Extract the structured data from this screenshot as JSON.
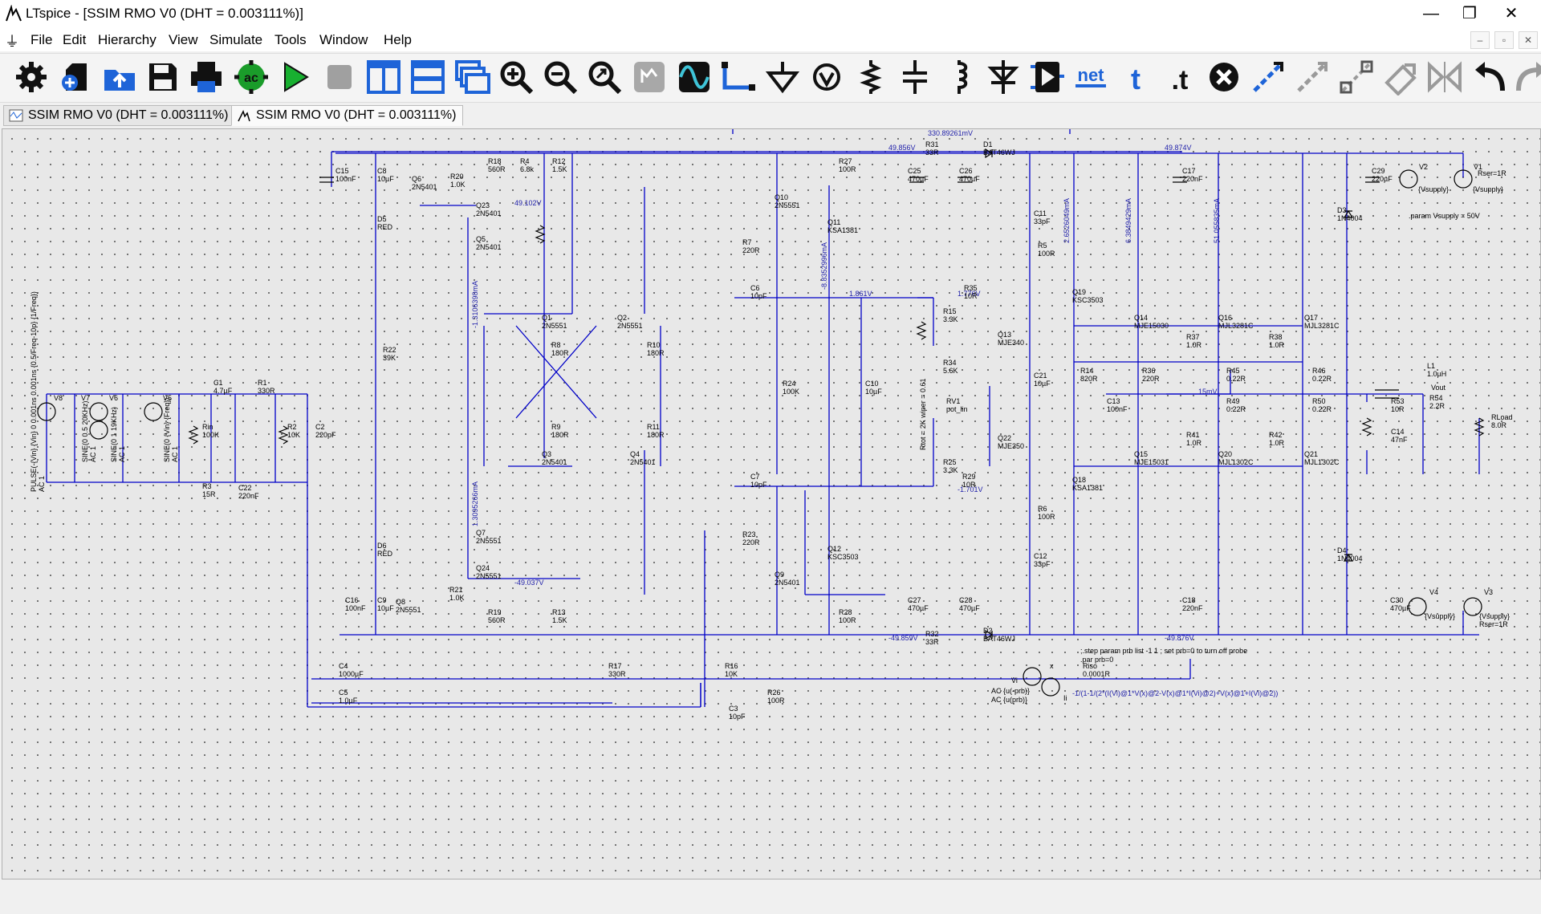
{
  "window": {
    "title": "LTspice - [SSIM RMO V0 (DHT = 0.003111%)]",
    "minimize_glyph": "—",
    "restore_glyph": "❐",
    "close_glyph": "✕"
  },
  "menu": {
    "items": [
      "File",
      "Edit",
      "Hierarchy",
      "View",
      "Simulate",
      "Tools",
      "Window",
      "Help"
    ],
    "mdi_minimize": "–",
    "mdi_restore": "▫",
    "mdi_close": "✕"
  },
  "toolbar": {
    "icons": [
      "gear-icon",
      "new-schematic-icon",
      "open-icon",
      "save-icon",
      "print-icon",
      "ac-analysis-icon",
      "run-icon",
      "halt-icon",
      "tile-vertical-icon",
      "tile-horizontal-icon",
      "cascade-icon",
      "zoom-in-icon",
      "zoom-out-icon",
      "zoom-fit-icon",
      "pan-icon",
      "waveform-icon",
      "wire-icon",
      "ground-icon",
      "voltage-source-icon",
      "resistor-icon",
      "capacitor-icon",
      "inductor-icon",
      "diode-icon",
      "component-icon",
      "net-label-icon",
      "text-icon",
      "spice-directive-icon",
      "delete-icon",
      "move-icon",
      "drag-icon",
      "rotate-icon",
      "paste-icon",
      "mirror-icon",
      "undo-icon",
      "redo-icon"
    ],
    "ac_label": "ac",
    "net_label": "net",
    "text_label": "t",
    "directive_label": ".t"
  },
  "tabs": [
    {
      "label": "SSIM RMO V0 (DHT = 0.003111%)",
      "icon": "waveform-tab-icon"
    },
    {
      "label": "SSIM RMO V0 (DHT = 0.003111%)",
      "icon": "schematic-tab-icon"
    }
  ],
  "schematic": {
    "net_labels": {
      "top_probe": "330.89261mV",
      "vpos1": "49.856V",
      "vpos2": "49.874V",
      "vneg1": "-49.859V",
      "vneg2": "-49.876V",
      "n1": "49.102V",
      "n2": "-49.037V",
      "n3": "1.861V",
      "n4": "1.776V",
      "n5": "-1.701V",
      "n6": "15mV"
    },
    "currents": {
      "i_q5": "-1.3106398mA",
      "i_q24": "1.3095266mA",
      "i_q11": "-8.8352996mA",
      "i_q19": "2.6526049mA",
      "i_q14": "6.3849429mA",
      "i_q16": "51.055835mA"
    },
    "sources": {
      "v8": "PULSE(-{Vin} {Vin} 0 0.001ns 0.001ns {0.5/Freq-10p} {1/Freq})",
      "v8_ac": "AC 1",
      "v7": "SINE(0 0.5 20KHz)",
      "v7_ac": "AC 1",
      "v6": "SINE(0 1 19KHz)",
      "v6_ac": "AC 1",
      "v5": "SINE(0 {Vin} {Freq})",
      "v5_ac": "AC 1",
      "v1": "Rser=1R",
      "v1_val": "{Vsupply}",
      "v2_val": "{Vsupply}",
      "v3_val": "{Vsupply}",
      "v3_rser": "Rser=1R",
      "v4_val": "{Vsupply}",
      "param": ".param Vsupply = 50V",
      "vi1": "AC {u(-prb)}",
      "vi2": "AC {u(prb)}"
    },
    "directives": {
      "step": ";.step param prb list -1 1 ; set prb=0 to turn off probe",
      "par": ".par prb=0",
      "formula": "-1/(1-1/(2*(I(Vi)@1*V(x)@2-V(x)@1*I(Vi)@2)+V(x)@1+I(Vi)@2))"
    },
    "components": [
      {
        "ref": "C15",
        "val": "100nF"
      },
      {
        "ref": "C8",
        "val": "10µF"
      },
      {
        "ref": "Q6",
        "val": "2N5401"
      },
      {
        "ref": "R20",
        "val": "1.0K"
      },
      {
        "ref": "R18",
        "val": "560R"
      },
      {
        "ref": "R4",
        "val": "6.8k"
      },
      {
        "ref": "R12",
        "val": "1.5K"
      },
      {
        "ref": "Q23",
        "val": "2N5401"
      },
      {
        "ref": "D5",
        "val": "RED"
      },
      {
        "ref": "Q5",
        "val": "2N5401"
      },
      {
        "ref": "Q10",
        "val": "2N5551"
      },
      {
        "ref": "Q11",
        "val": "KSA1381"
      },
      {
        "ref": "R27",
        "val": "100R"
      },
      {
        "ref": "R31",
        "val": "33R"
      },
      {
        "ref": "D1",
        "val": "BAT46WJ"
      },
      {
        "ref": "C25",
        "val": "470µF"
      },
      {
        "ref": "C26",
        "val": "470µF"
      },
      {
        "ref": "C11",
        "val": "33pF"
      },
      {
        "ref": "R5",
        "val": "100R"
      },
      {
        "ref": "C17",
        "val": "220nF"
      },
      {
        "ref": "C29",
        "val": "220µF"
      },
      {
        "ref": "V2",
        "val": ""
      },
      {
        "ref": "V1",
        "val": ""
      },
      {
        "ref": "D3",
        "val": "1N4004"
      },
      {
        "ref": "R7",
        "val": "220R"
      },
      {
        "ref": "C6",
        "val": "10pF"
      },
      {
        "ref": "R35",
        "val": "10R"
      },
      {
        "ref": "Q19",
        "val": "KSC3503"
      },
      {
        "ref": "R15",
        "val": "3.3K"
      },
      {
        "ref": "Q13",
        "val": "MJE340"
      },
      {
        "ref": "Q14",
        "val": "MJE15030"
      },
      {
        "ref": "Q16",
        "val": "MJL3281C"
      },
      {
        "ref": "Q17",
        "val": "MJL3281C"
      },
      {
        "ref": "R37",
        "val": "1.0R"
      },
      {
        "ref": "R38",
        "val": "1.0R"
      },
      {
        "ref": "Q1",
        "val": "2N5551"
      },
      {
        "ref": "Q2",
        "val": "2N5551"
      },
      {
        "ref": "R8",
        "val": "180R"
      },
      {
        "ref": "R10",
        "val": "180R"
      },
      {
        "ref": "R22",
        "val": "39K"
      },
      {
        "ref": "R34",
        "val": "5.6K"
      },
      {
        "ref": "C21",
        "val": "10µF"
      },
      {
        "ref": "R14",
        "val": "820R"
      },
      {
        "ref": "R36",
        "val": "220R"
      },
      {
        "ref": "R45",
        "val": "0.22R"
      },
      {
        "ref": "R46",
        "val": "0.22R"
      },
      {
        "ref": "L1",
        "val": "1.0µH"
      },
      {
        "ref": "V8",
        "val": ""
      },
      {
        "ref": "V7",
        "val": ""
      },
      {
        "ref": "V6",
        "val": ""
      },
      {
        "ref": "V5",
        "val": ""
      },
      {
        "ref": "C1",
        "val": "4.7µF"
      },
      {
        "ref": "R1",
        "val": "330R"
      },
      {
        "ref": "Rin",
        "val": "100K"
      },
      {
        "ref": "R2",
        "val": "10K"
      },
      {
        "ref": "C2",
        "val": "220pF"
      },
      {
        "ref": "R24",
        "val": "100K"
      },
      {
        "ref": "C10",
        "val": "10µF"
      },
      {
        "ref": "RV1",
        "val": "pot_lin"
      },
      {
        "ref": "C13",
        "val": "100nF"
      },
      {
        "ref": "R49",
        "val": "0.22R"
      },
      {
        "ref": "R50",
        "val": "0.22R"
      },
      {
        "ref": "R53",
        "val": "10R"
      },
      {
        "ref": "R54",
        "val": "2.2R"
      },
      {
        "ref": "RLoad",
        "val": "8.0R"
      },
      {
        "ref": "C14",
        "val": "47nF"
      },
      {
        "ref": "R9",
        "val": "180R"
      },
      {
        "ref": "R11",
        "val": "180R"
      },
      {
        "ref": "Q3",
        "val": "2N5401"
      },
      {
        "ref": "Q4",
        "val": "2N5401"
      },
      {
        "ref": "Q22",
        "val": "MJE350"
      },
      {
        "ref": "R41",
        "val": "1.0R"
      },
      {
        "ref": "R42",
        "val": "1.0R"
      },
      {
        "ref": "Q15",
        "val": "MJE15031"
      },
      {
        "ref": "Q20",
        "val": "MJL1302C"
      },
      {
        "ref": "Q21",
        "val": "MJL1302C"
      },
      {
        "ref": "R3",
        "val": "15R"
      },
      {
        "ref": "C22",
        "val": "220nF"
      },
      {
        "ref": "R25",
        "val": "3.3K"
      },
      {
        "ref": "C7",
        "val": "10pF"
      },
      {
        "ref": "R29",
        "val": "10R"
      },
      {
        "ref": "Q18",
        "val": "KSA1381"
      },
      {
        "ref": "R6",
        "val": "100R"
      },
      {
        "ref": "Q7",
        "val": "2N5551"
      },
      {
        "ref": "D6",
        "val": "RED"
      },
      {
        "ref": "R23",
        "val": "220R"
      },
      {
        "ref": "Q12",
        "val": "KSC3503"
      },
      {
        "ref": "C12",
        "val": "33pF"
      },
      {
        "ref": "Q24",
        "val": "2N5551"
      },
      {
        "ref": "Q9",
        "val": "2N5401"
      },
      {
        "ref": "D4",
        "val": "1N4004"
      },
      {
        "ref": "C16",
        "val": "100nF"
      },
      {
        "ref": "C9",
        "val": "10µF"
      },
      {
        "ref": "Q8",
        "val": "2N5551"
      },
      {
        "ref": "R21",
        "val": "1.0K"
      },
      {
        "ref": "R19",
        "val": "560R"
      },
      {
        "ref": "R13",
        "val": "1.5K"
      },
      {
        "ref": "R28",
        "val": "100R"
      },
      {
        "ref": "C27",
        "val": "470µF"
      },
      {
        "ref": "C28",
        "val": "470µF"
      },
      {
        "ref": "C18",
        "val": "220nF"
      },
      {
        "ref": "C30",
        "val": "470µF"
      },
      {
        "ref": "V4",
        "val": ""
      },
      {
        "ref": "V3",
        "val": ""
      },
      {
        "ref": "R32",
        "val": "33R"
      },
      {
        "ref": "D2",
        "val": "BAT46WJ"
      },
      {
        "ref": "C4",
        "val": "1000µF"
      },
      {
        "ref": "C5",
        "val": "1.0µF"
      },
      {
        "ref": "R17",
        "val": "330R"
      },
      {
        "ref": "R16",
        "val": "10K"
      },
      {
        "ref": "C3",
        "val": "10pF"
      },
      {
        "ref": "R26",
        "val": "100R"
      },
      {
        "ref": "Vi",
        "val": ""
      },
      {
        "ref": "Riso",
        "val": "0.0001R"
      }
    ],
    "misc": {
      "rtot": "Rtot = 2K wiper = 0.61",
      "vout": "Vout",
      "x_node": "x",
      "ii": "Ii"
    }
  }
}
